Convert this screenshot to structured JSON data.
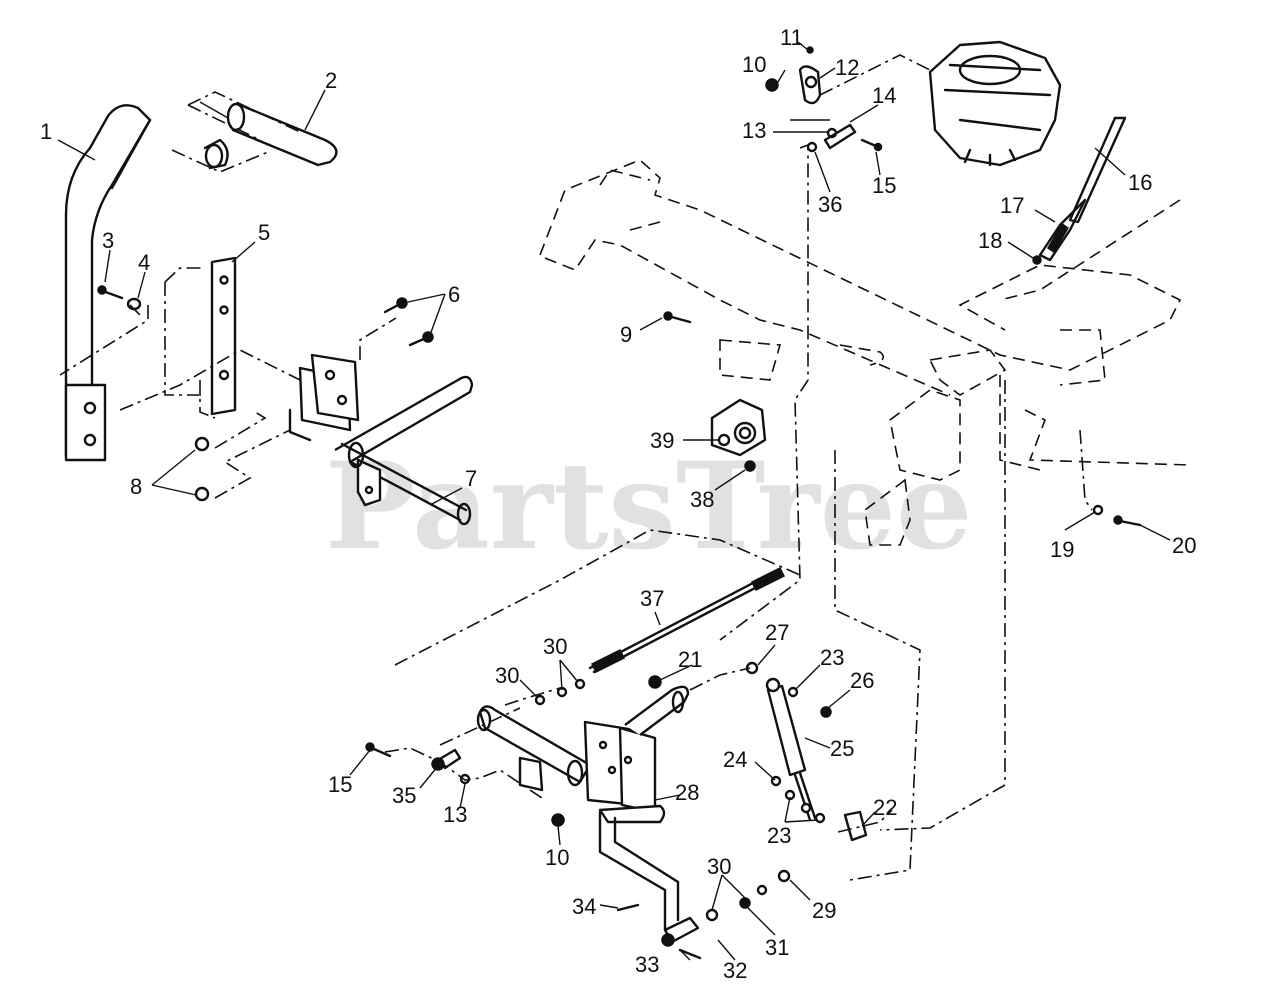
{
  "watermark": "PartsTree",
  "callouts": [
    {
      "id": "c1",
      "text": "1"
    },
    {
      "id": "c2",
      "text": "2"
    },
    {
      "id": "c3",
      "text": "3"
    },
    {
      "id": "c4",
      "text": "4"
    },
    {
      "id": "c5",
      "text": "5"
    },
    {
      "id": "c6",
      "text": "6"
    },
    {
      "id": "c7",
      "text": "7"
    },
    {
      "id": "c8",
      "text": "8"
    },
    {
      "id": "c9",
      "text": "9"
    },
    {
      "id": "c10a",
      "text": "10"
    },
    {
      "id": "c11",
      "text": "11"
    },
    {
      "id": "c12",
      "text": "12"
    },
    {
      "id": "c13a",
      "text": "13"
    },
    {
      "id": "c14",
      "text": "14"
    },
    {
      "id": "c15a",
      "text": "15"
    },
    {
      "id": "c16",
      "text": "16"
    },
    {
      "id": "c17",
      "text": "17"
    },
    {
      "id": "c18",
      "text": "18"
    },
    {
      "id": "c19",
      "text": "19"
    },
    {
      "id": "c20",
      "text": "20"
    },
    {
      "id": "c21",
      "text": "21"
    },
    {
      "id": "c22",
      "text": "22"
    },
    {
      "id": "c23a",
      "text": "23"
    },
    {
      "id": "c23b",
      "text": "23"
    },
    {
      "id": "c24",
      "text": "24"
    },
    {
      "id": "c25",
      "text": "25"
    },
    {
      "id": "c26",
      "text": "26"
    },
    {
      "id": "c27",
      "text": "27"
    },
    {
      "id": "c28",
      "text": "28"
    },
    {
      "id": "c29",
      "text": "29"
    },
    {
      "id": "c30a",
      "text": "30"
    },
    {
      "id": "c30b",
      "text": "30"
    },
    {
      "id": "c30c",
      "text": "30"
    },
    {
      "id": "c31",
      "text": "31"
    },
    {
      "id": "c32",
      "text": "32"
    },
    {
      "id": "c33",
      "text": "33"
    },
    {
      "id": "c34",
      "text": "34"
    },
    {
      "id": "c35",
      "text": "35"
    },
    {
      "id": "c36",
      "text": "36"
    },
    {
      "id": "c37",
      "text": "37"
    },
    {
      "id": "c38",
      "text": "38"
    },
    {
      "id": "c39",
      "text": "39"
    },
    {
      "id": "c15b",
      "text": "15"
    },
    {
      "id": "c13b",
      "text": "13"
    },
    {
      "id": "c10b",
      "text": "10"
    }
  ]
}
